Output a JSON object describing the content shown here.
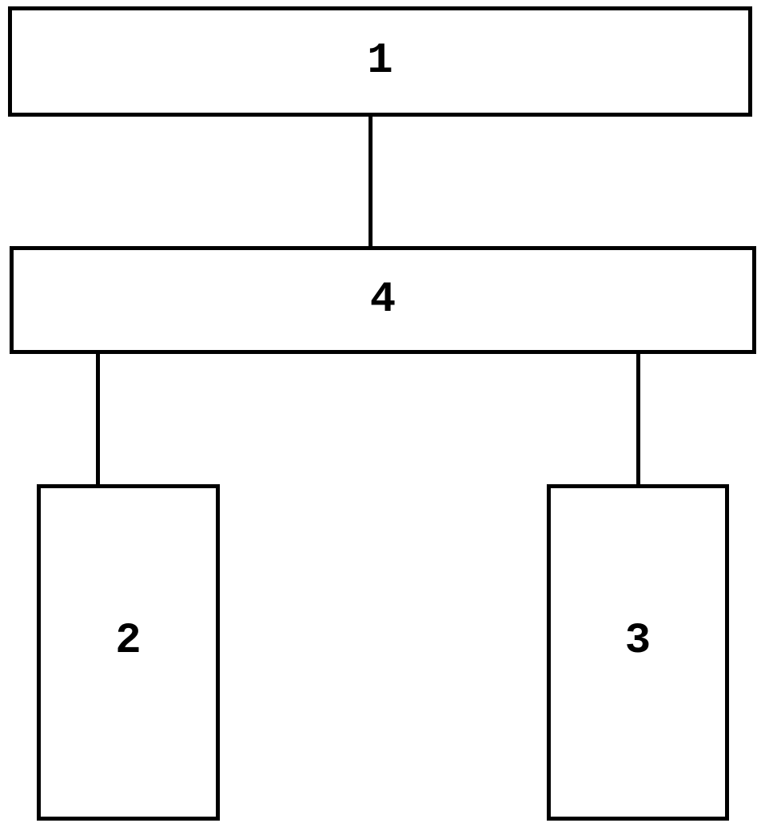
{
  "diagram": {
    "type": "block-diagram",
    "background_color": "#ffffff",
    "stroke_color": "#000000",
    "boxes": [
      {
        "id": "block-1",
        "label": "1",
        "shape": "wide-rectangle",
        "position": "top"
      },
      {
        "id": "block-4",
        "label": "4",
        "shape": "wide-rectangle",
        "position": "middle"
      },
      {
        "id": "block-2",
        "label": "2",
        "shape": "tall-rectangle",
        "position": "bottom-left"
      },
      {
        "id": "block-3",
        "label": "3",
        "shape": "tall-rectangle",
        "position": "bottom-right"
      }
    ],
    "connections": [
      {
        "from": "1",
        "to": "4"
      },
      {
        "from": "4",
        "to": "2"
      },
      {
        "from": "4",
        "to": "3"
      }
    ]
  }
}
